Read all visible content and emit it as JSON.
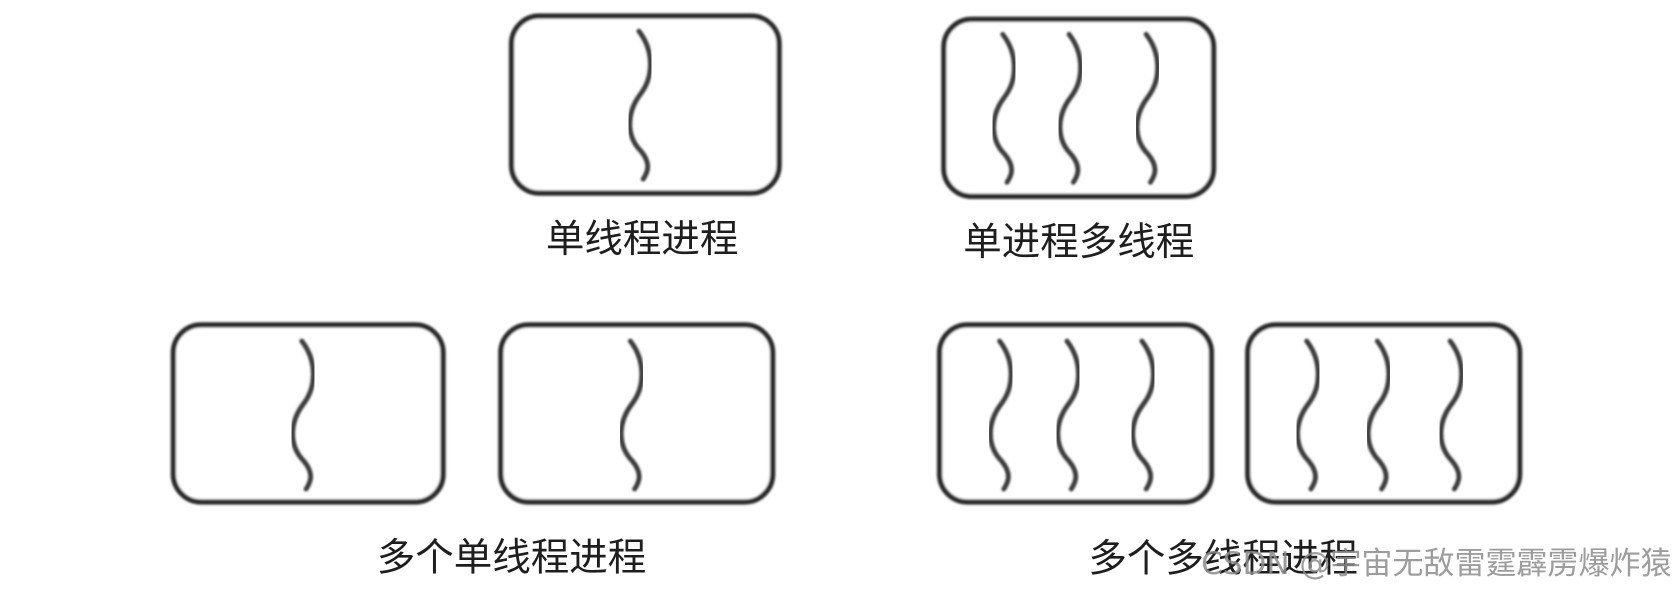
{
  "diagram": {
    "panels": {
      "top_left": {
        "label": "单线程进程",
        "boxes": 1,
        "threads_per_box": 1
      },
      "top_right": {
        "label": "单进程多线程",
        "boxes": 1,
        "threads_per_box": 3
      },
      "bottom_left": {
        "label": "多个单线程进程",
        "boxes": 2,
        "threads_per_box": 1
      },
      "bottom_right": {
        "label": "多个多线程进程",
        "boxes": 2,
        "threads_per_box": 3
      }
    },
    "icons": {
      "process": "process-box-icon",
      "thread": "thread-wave-icon"
    },
    "colors": {
      "outline": "#2b2b2b",
      "thread": "#3a3a3a",
      "divider": "#3f3f3f",
      "watermark": "#8c8c8c"
    }
  },
  "watermark": "CSDN @宇宙无敌雷霆霹雳爆炸猿"
}
